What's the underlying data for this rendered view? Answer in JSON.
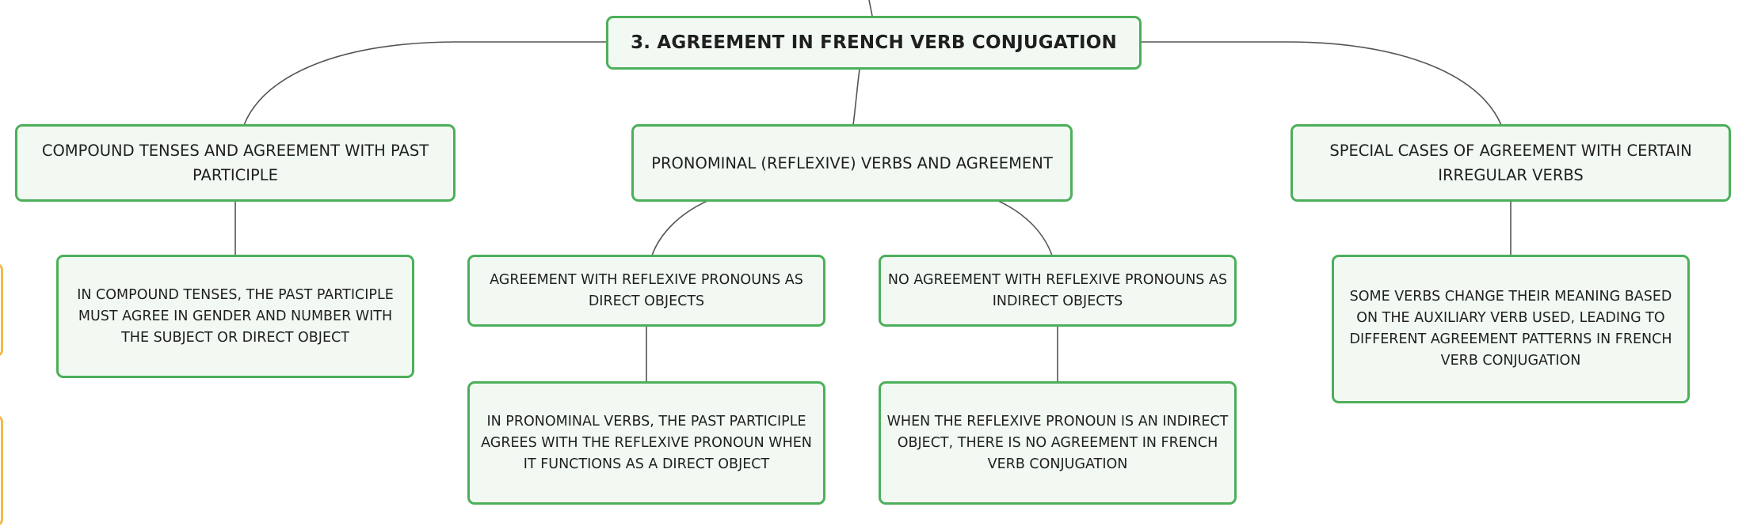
{
  "root": {
    "label": "3. Agreement in French Verb Conjugation"
  },
  "branches": [
    {
      "label": "Compound Tenses and Agreement with Past Participle",
      "children": [
        {
          "label": "In compound tenses, the past participle must agree in gender and number with the subject or direct object"
        }
      ]
    },
    {
      "label": "Pronominal (Reflexive) Verbs and Agreement",
      "children": [
        {
          "label": "Agreement with Reflexive Pronouns as Direct Objects",
          "children": [
            {
              "label": "In pronominal verbs, the past participle agrees with the reflexive pronoun when it functions as a direct object"
            }
          ]
        },
        {
          "label": "No Agreement with Reflexive Pronouns as Indirect Objects",
          "children": [
            {
              "label": "When the reflexive pronoun is an indirect object, there is no agreement in French verb conjugation"
            }
          ]
        }
      ]
    },
    {
      "label": "Special Cases of Agreement with Certain Irregular Verbs",
      "children": [
        {
          "label": "Some verbs change their meaning based on the auxiliary verb used, leading to different agreement patterns in French verb conjugation"
        }
      ]
    }
  ],
  "colors": {
    "node_border": "#4caf5a",
    "node_fill": "#f2f9f3",
    "connector": "#555555",
    "side_tab": "#f3b94e"
  }
}
